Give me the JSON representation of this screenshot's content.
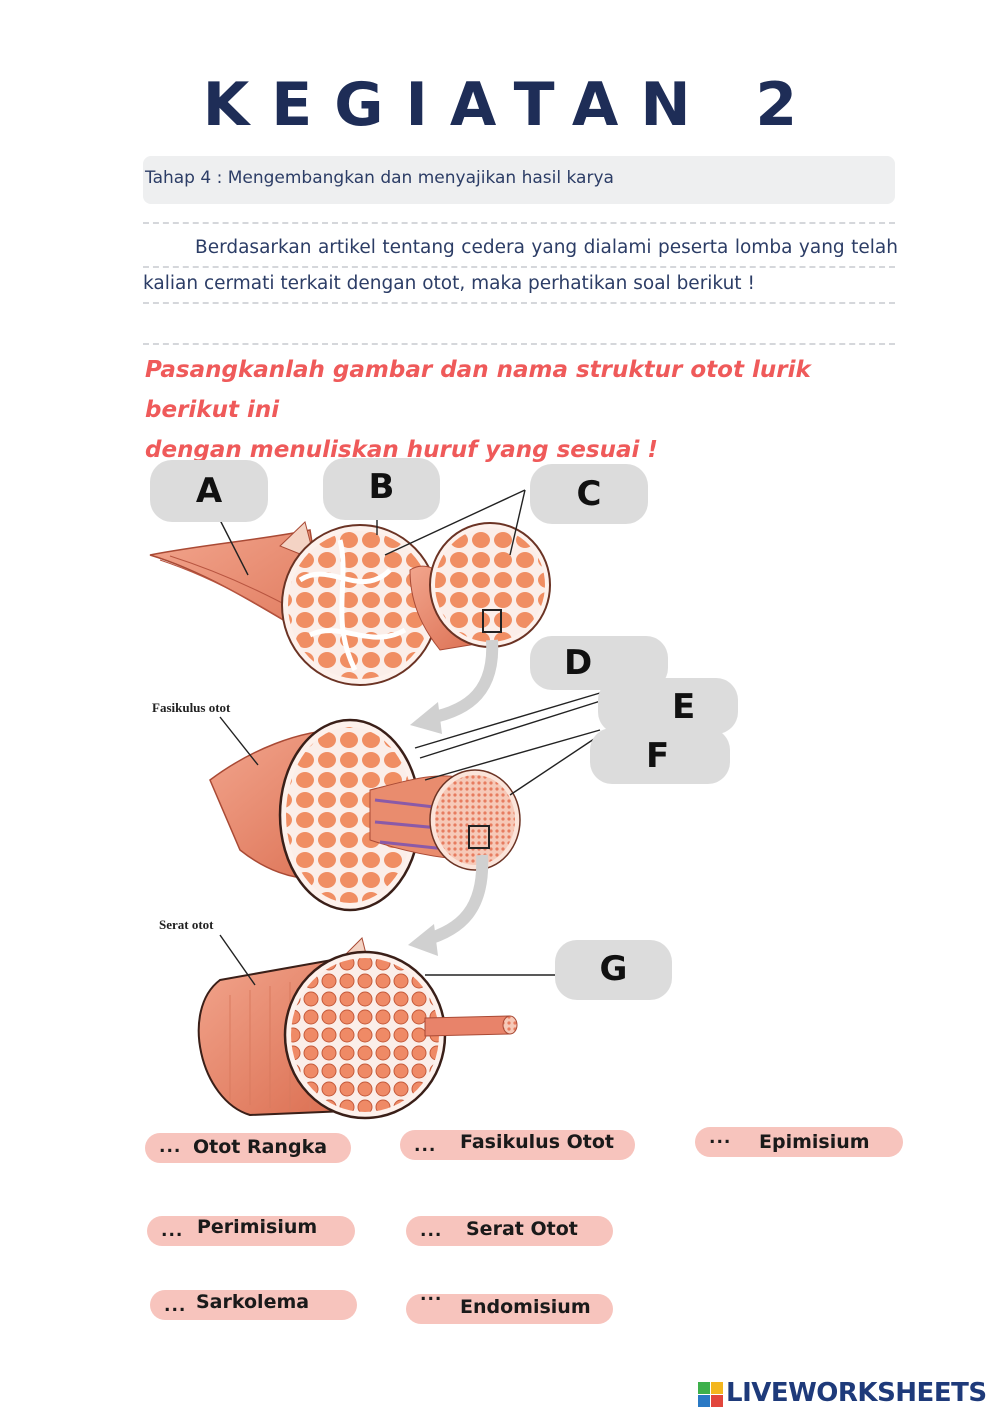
{
  "header": {
    "title": "KEGIATAN 2",
    "stage": "Tahap 4 : Mengembangkan dan menyajikan hasil karya"
  },
  "intro": {
    "text": "Berdasarkan artikel tentang cedera yang dialami peserta lomba yang telah kalian cermati terkait dengan otot, maka perhatikan soal berikut !"
  },
  "instruction": {
    "line1": "Pasangkanlah gambar dan nama struktur otot lurik berikut ini",
    "line2": "dengan menuliskan huruf yang sesuai !"
  },
  "diagram": {
    "labels": {
      "a": "A",
      "b": "B",
      "c": "C",
      "d": "D",
      "e": "E",
      "f": "F",
      "g": "G"
    },
    "captions": {
      "fascicle": "Fasikulus otot",
      "fiber": "Serat otot"
    }
  },
  "answers": [
    {
      "dots": "...",
      "name": "Otot Rangka"
    },
    {
      "dots": "...",
      "name": "Fasikulus Otot"
    },
    {
      "dots": "...",
      "name": "Epimisium"
    },
    {
      "dots": "...",
      "name": "Perimisium"
    },
    {
      "dots": "...",
      "name": "Serat Otot"
    },
    {
      "dots": "...",
      "name": "Sarkolema"
    },
    {
      "dots": "...",
      "name": "Endomisium"
    }
  ],
  "colors": {
    "title": "#1e2d57",
    "instruction": "#ef5a5a",
    "answer_pill": "#f7c4bd",
    "label_box": "#dcdcdc",
    "muscle": "#e8836a"
  },
  "footer": {
    "brand": "LIVEWORKSHEETS",
    "icon": "liveworksheets-logo-icon"
  }
}
